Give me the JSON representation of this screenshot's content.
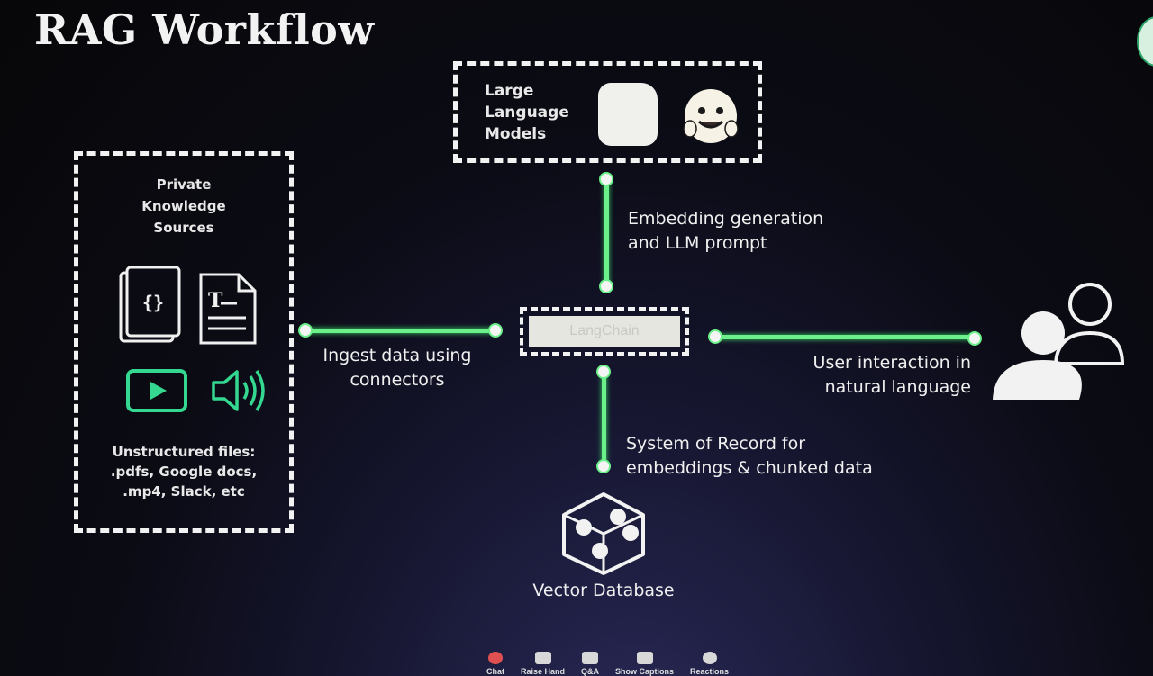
{
  "slide": {
    "title": "RAG Workflow"
  },
  "llm": {
    "label": "Large Language Models",
    "icons": [
      "openai-logo-icon",
      "hugging-face-icon"
    ]
  },
  "sources": {
    "title": "Private\nKnowledge\nSources",
    "files_caption": "Unstructured files:\n.pdfs, Google docs,\n.mp4, Slack, etc",
    "icons": [
      "json-file-icon",
      "text-file-icon",
      "video-play-icon",
      "speaker-icon"
    ]
  },
  "hub": {
    "label": "LangChain"
  },
  "connections": {
    "ingest": "Ingest data using\nconnectors",
    "embedding": "Embedding generation\nand LLM prompt",
    "user": "User interaction in\nnatural language",
    "record": "System of Record for\nembeddings & chunked data"
  },
  "vector_db": {
    "label": "Vector Database",
    "icon": "vector-database-cube-icon"
  },
  "user": {
    "icon": "users-icon"
  },
  "meeting_toolbar": {
    "items": [
      {
        "label": "Chat",
        "icon": "chat-icon"
      },
      {
        "label": "Raise Hand",
        "icon": "hand-icon"
      },
      {
        "label": "Q&A",
        "icon": "qa-icon"
      },
      {
        "label": "Show Captions",
        "icon": "captions-icon"
      },
      {
        "label": "Reactions",
        "icon": "reactions-icon"
      }
    ]
  },
  "colors": {
    "connector": "#6cf08a",
    "box_border": "#f2f2f2",
    "background": "#0b0b14"
  }
}
